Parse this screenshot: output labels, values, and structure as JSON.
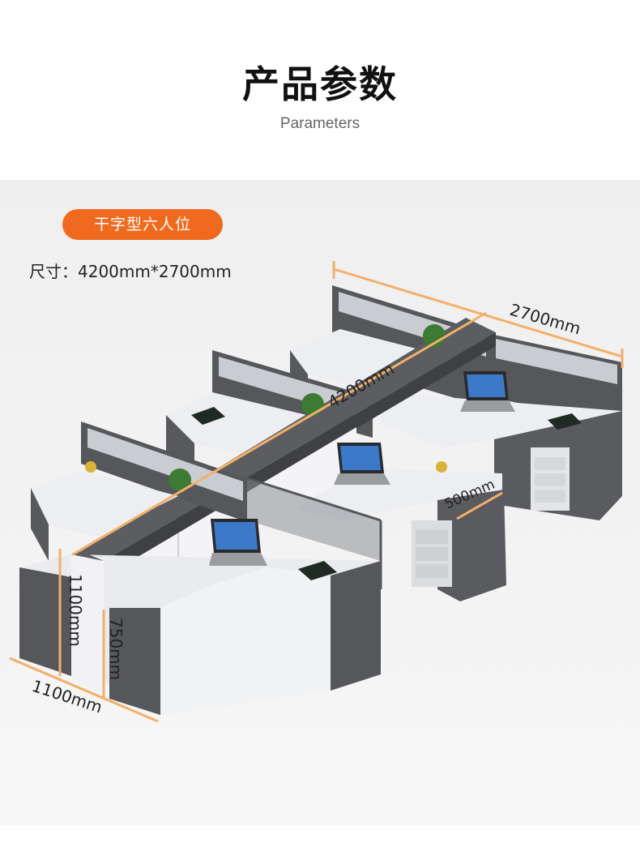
{
  "header": {
    "title": "产品参数",
    "subtitle": "Parameters"
  },
  "product": {
    "badge": "干字型六人位",
    "size_label": "尺寸：4200mm*2700mm"
  },
  "dimensions": {
    "total_width": "2700mm",
    "total_length": "4200mm",
    "screen_height": "1100mm",
    "desk_height": "750mm",
    "desk_depth": "1100mm",
    "return_width": "500mm"
  },
  "colors": {
    "accent": "#ef6a1e",
    "dimension_line": "#f2b06a",
    "desktop": "#e9ebee",
    "panel_dark": "#55575b",
    "screen_glass": "#c9ccd0"
  }
}
